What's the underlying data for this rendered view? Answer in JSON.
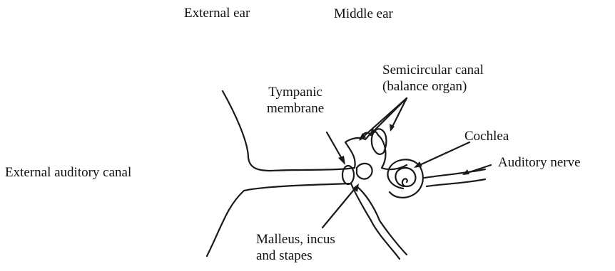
{
  "header": {
    "external_ear": "External ear",
    "middle_ear": "Middle ear"
  },
  "labels": {
    "external_auditory_canal": "External auditory canal",
    "tympanic_line1": "Tympanic",
    "tympanic_line2": "membrane",
    "semicircular_line1": "Semicircular canal",
    "semicircular_line2": "(balance organ)",
    "cochlea": "Cochlea",
    "auditory_nerve": "Auditory nerve",
    "ossicles_line1": "Malleus, incus",
    "ossicles_line2": "and stapes"
  },
  "colors": {
    "ink": "#1a1a1a",
    "background": "#ffffff"
  }
}
